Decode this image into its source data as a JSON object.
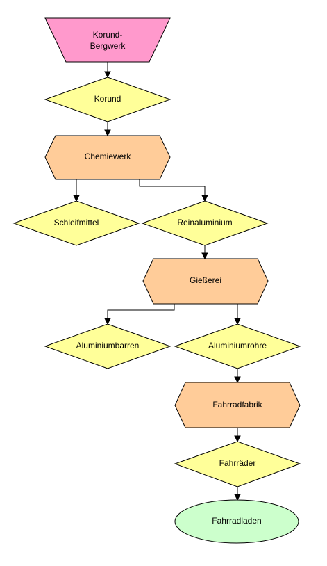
{
  "colors": {
    "mine": "#ff99cc",
    "material": "#ffff99",
    "process": "#ffcc99",
    "shop": "#ccffcc",
    "stroke": "#000000"
  },
  "nodes": {
    "korund_bergwerk": {
      "line1": "Korund-",
      "line2": "Bergwerk"
    },
    "korund": "Korund",
    "chemiewerk": "Chemiewerk",
    "schleifmittel": "Schleifmittel",
    "reinaluminium": "Reinaluminium",
    "giesserei": "Gießerei",
    "aluminiumbarren": "Aluminiumbarren",
    "aluminiumrohre": "Aluminiumrohre",
    "fahrradfabrik": "Fahrradfabrik",
    "fahrraeder": "Fahrräder",
    "fahrradladen": "Fahrradladen"
  }
}
